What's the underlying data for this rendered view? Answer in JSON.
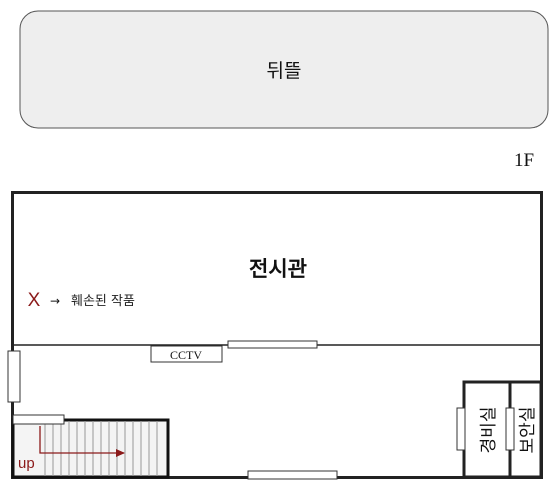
{
  "backyard": {
    "label": "뒤뜰"
  },
  "floor": {
    "label": "1F"
  },
  "exhibition": {
    "label": "전시관"
  },
  "legend": {
    "mark": "X",
    "arrow": "→",
    "text": "훼손된 작품"
  },
  "cctv": {
    "label": "CCTV"
  },
  "stairs": {
    "label": "up"
  },
  "guard_room": {
    "label": "경비실"
  },
  "security_room": {
    "label": "보안실"
  },
  "colors": {
    "accent": "#8b1a1a",
    "line": "#222222",
    "fill": "#eeeeee"
  }
}
